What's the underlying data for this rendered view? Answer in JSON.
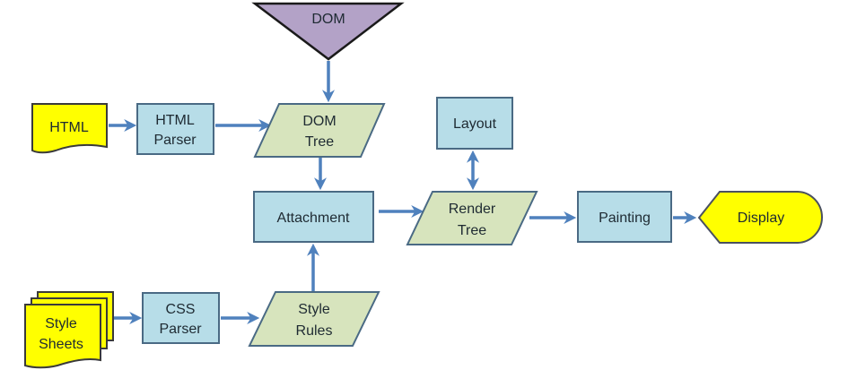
{
  "title": "Browser rendering pipeline",
  "colors": {
    "process": "#b7dde8",
    "data": "#d7e4bd",
    "document": "#ffff00",
    "source": "#b3a2c7",
    "arrow": "#4f81bd"
  },
  "nodes": {
    "dom_source": {
      "lines": [
        "DOM"
      ],
      "shape": "inverted-triangle"
    },
    "html_doc": {
      "lines": [
        "HTML"
      ],
      "shape": "document"
    },
    "html_parser": {
      "lines": [
        "HTML",
        "Parser"
      ],
      "shape": "process"
    },
    "dom_tree": {
      "lines": [
        "DOM",
        "Tree"
      ],
      "shape": "data"
    },
    "attachment": {
      "lines": [
        "Attachment"
      ],
      "shape": "process"
    },
    "layout": {
      "lines": [
        "Layout"
      ],
      "shape": "process"
    },
    "render_tree": {
      "lines": [
        "Render",
        "Tree"
      ],
      "shape": "data"
    },
    "painting": {
      "lines": [
        "Painting"
      ],
      "shape": "process"
    },
    "display": {
      "lines": [
        "Display"
      ],
      "shape": "display"
    },
    "style_sheets": {
      "lines": [
        "Style",
        "Sheets"
      ],
      "shape": "multi-document"
    },
    "css_parser": {
      "lines": [
        "CSS",
        "Parser"
      ],
      "shape": "process"
    },
    "style_rules": {
      "lines": [
        "Style",
        "Rules"
      ],
      "shape": "data"
    }
  },
  "edges": [
    {
      "from": "DOM",
      "to": "DOM Tree"
    },
    {
      "from": "HTML",
      "to": "HTML Parser"
    },
    {
      "from": "HTML Parser",
      "to": "DOM Tree"
    },
    {
      "from": "DOM Tree",
      "to": "Attachment"
    },
    {
      "from": "Style Sheets",
      "to": "CSS Parser"
    },
    {
      "from": "CSS Parser",
      "to": "Style Rules"
    },
    {
      "from": "Style Rules",
      "to": "Attachment"
    },
    {
      "from": "Attachment",
      "to": "Render Tree"
    },
    {
      "from": "Render Tree",
      "to": "Layout",
      "bidirectional": true
    },
    {
      "from": "Render Tree",
      "to": "Painting"
    },
    {
      "from": "Painting",
      "to": "Display"
    }
  ]
}
